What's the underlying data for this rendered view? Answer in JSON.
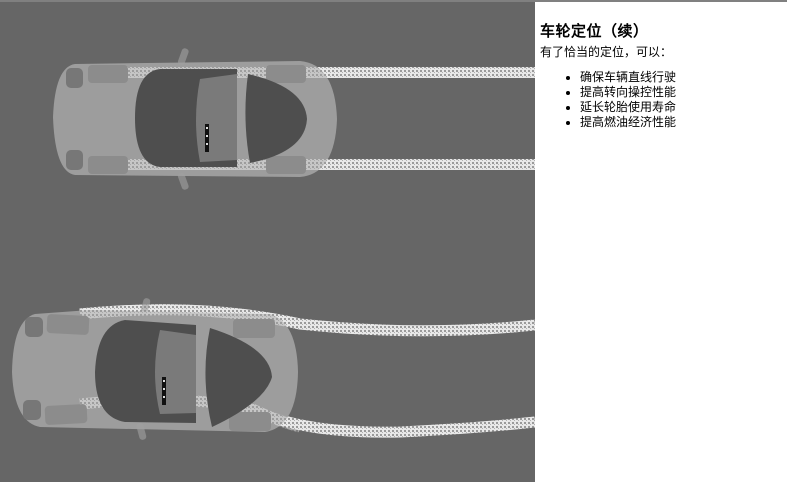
{
  "slide": {
    "title": "车轮定位（续）",
    "intro": "有了恰当的定位，可以：",
    "bullets": [
      "确保车辆直线行驶",
      "提高转向操控性能",
      "延长轮胎使用寿命",
      "提高燃油经济性能"
    ]
  },
  "illustration": {
    "background_color": "#666666",
    "cars": [
      {
        "label": "aligned-car",
        "track": "straight"
      },
      {
        "label": "misaligned-car",
        "track": "wavy"
      }
    ]
  }
}
